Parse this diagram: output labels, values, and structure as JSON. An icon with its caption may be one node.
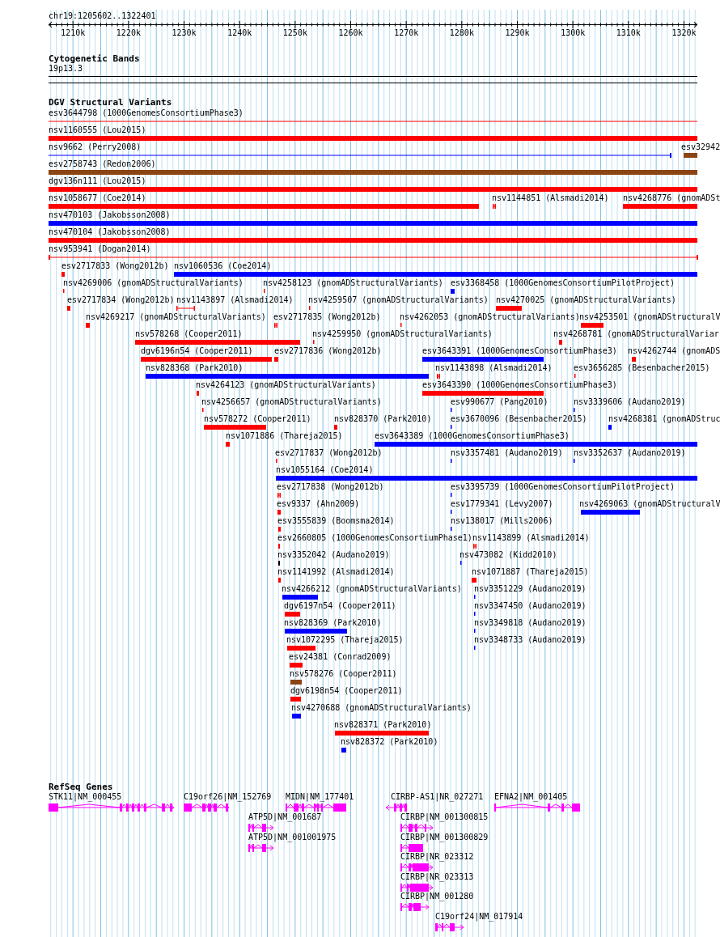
{
  "diagram": {
    "labels": [
      "chr19:1205602..1322401",
      "1210k",
      "1220k",
      "1230k",
      "1240k",
      "1250k",
      "1260k",
      "1270k",
      "1280k",
      "1290k",
      "1300k",
      "1310k",
      "1320k",
      "Cytogenetic Bands",
      "19p13.3",
      "DGV Structural Variants",
      "esv3644798 (1000GenomesConsortiumPhase3)",
      "nsv1160555 (Lou2015)",
      "nsv9662 (Perry2008)",
      "esv32942",
      "esv2758743 (Redon2006)",
      "dgv136n111 (Lou2015)",
      "nsv1058677 (Coe2014)",
      "nsv1144851 (Alsmadi2014)",
      "nsv4268776 (gnomADSt",
      "nsv470103 (Jakobsson2008)",
      "nsv470104 (Jakobsson2008)",
      "nsv953941 (Dogan2014)",
      "esv2717833 (Wong2012b)",
      "nsv1060536 (Coe2014)",
      "nsv4269006 (gnomADStructuralVariants)",
      "nsv4258123 (gnomADStructuralVariants)",
      "esv3368458 (1000GenomesConsortiumPilotProject)",
      "esv2717834 (Wong2012b)",
      "nsv1143897 (Alsmadi2014)",
      "nsv4259507 (gnomADStructuralVariants)",
      "nsv4270025 (gnomADStructuralVariants)",
      "nsv4269217 (gnomADStructuralVariants)",
      "esv2717835 (Wong2012b)",
      "nsv4262053 (gnomADStructuralVariants)",
      "nsv4253501 (gnomADStructuralV",
      "nsv578268 (Cooper2011)",
      "nsv4259950 (gnomADStructuralVariants)",
      "nsv4268781 (gnomADStructuralVariar",
      "dgv6196n54 (Cooper2011)",
      "esv2717836 (Wong2012b)",
      "esv3643391 (1000GenomesConsortiumPhase3)",
      "nsv4262744 (gnomADS",
      "nsv828368 (Park2010)",
      "nsv1143898 (Alsmadi2014)",
      "esv3656285 (Besenbacher2015)",
      "nsv4264123 (gnomADStructuralVariants)",
      "esv3643390 (1000GenomesConsortiumPhase3)",
      "nsv4256657 (gnomADStructuralVariants)",
      "esv990677 (Pang2010)",
      "nsv3339606 (Audano2019)",
      "nsv578272 (Cooper2011)",
      "nsv828370 (Park2010)",
      "esv3670096 (Besenbacher2015)",
      "nsv4268381 (gnomADStruc",
      "nsv1071886 (Thareja2015)",
      "esv3643389 (1000GenomesConsortiumPhase3)",
      "esv2717837 (Wong2012b)",
      "nsv3357481 (Audano2019)",
      "nsv3352637 (Audano2019)",
      "nsv1055164 (Coe2014)",
      "esv2717838 (Wong2012b)",
      "esv3395739 (1000GenomesConsortiumPilotProject)",
      "esv9337 (Ahn2009)",
      "esv1779341 (Levy2007)",
      "nsv4269063 (gnomADStructuralV",
      "esv3555839 (Boomsma2014)",
      "nsv138017 (Mills2006)",
      "esv2660805 (1000GenomesConsortiumPhase1)",
      "nsv1143899 (Alsmadi2014)",
      "nsv3352042 (Audano2019)",
      "nsv473082 (Kidd2010)",
      "nsv1141992 (Alsmadi2014)",
      "nsv1071887 (Thareja2015)",
      "nsv4266212 (gnomADStructuralVariants)",
      "nsv3351229 (Audano2019)",
      "dgv6197n54 (Cooper2011)",
      "nsv3347450 (Audano2019)",
      "nsv828369 (Park2010)",
      "nsv3349818 (Audano2019)",
      "nsv1072295 (Thareja2015)",
      "nsv3348733 (Audano2019)",
      "esv24381 (Conrad2009)",
      "nsv578276 (Cooper2011)",
      "dgv6198n54 (Cooper2011)",
      "nsv4270688 (gnomADStructuralVariants)",
      "nsv828371 (Park2010)",
      "nsv828372 (Park2010)",
      "RefSeq Genes",
      "STK11|NM_000455",
      "C19orf26|NM_152769",
      "MIDN|NM_177401",
      "CIRBP-AS1|NR_027271",
      "EFNA2|NM_001405",
      "ATP5D|NM_001687",
      "CIRBP|NM_001300815",
      "ATP5D|NM_001001975",
      "CIRBP|NM_001300829",
      "CIRBP|NR_023312",
      "CIRBP|NR_023313",
      "CIRBP|NM_001280",
      "C19orf24|NM_017914"
    ]
  }
}
